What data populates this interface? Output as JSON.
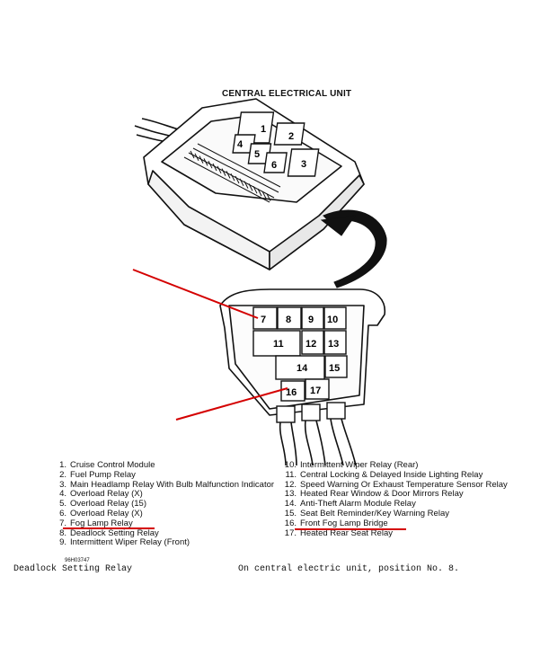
{
  "title": "CENTRAL ELECTRICAL UNIT",
  "upper_relay_numbers": [
    "1",
    "2",
    "3",
    "4",
    "5",
    "6"
  ],
  "lower_relay_numbers": [
    "7",
    "8",
    "9",
    "10",
    "11",
    "12",
    "13",
    "14",
    "15",
    "16",
    "17"
  ],
  "legend_left": [
    {
      "num": "1.",
      "text": "Cruise Control Module"
    },
    {
      "num": "2.",
      "text": "Fuel Pump Relay"
    },
    {
      "num": "3.",
      "text": "Main Headlamp Relay With Bulb Malfunction Indicator"
    },
    {
      "num": "4.",
      "text": "Overload Relay (X)"
    },
    {
      "num": "5.",
      "text": "Overload Relay (15)"
    },
    {
      "num": "6.",
      "text": "Overload Relay (X)"
    },
    {
      "num": "7.",
      "text": "Fog Lamp Relay"
    },
    {
      "num": "8.",
      "text": "Deadlock Setting Relay"
    },
    {
      "num": "9.",
      "text": "Intermittent Wiper Relay (Front)"
    }
  ],
  "legend_right": [
    {
      "num": "10.",
      "text": "Intermittent Wiper Relay (Rear)"
    },
    {
      "num": "11.",
      "text": "Central Locking & Delayed Inside Lighting Relay"
    },
    {
      "num": "12.",
      "text": "Speed Warning Or Exhaust Temperature Sensor Relay"
    },
    {
      "num": "13.",
      "text": "Heated Rear Window & Door Mirrors Relay"
    },
    {
      "num": "14.",
      "text": "Anti-Theft Alarm Module Relay"
    },
    {
      "num": "15.",
      "text": "Seat Belt Reminder/Key Warning Relay"
    },
    {
      "num": "16.",
      "text": "Front Fog Lamp Bridge"
    },
    {
      "num": "17.",
      "text": "Heated Rear Seat Relay"
    }
  ],
  "figure_code": "96H03747",
  "note_left": "Deadlock Setting Relay",
  "note_right": "On central electric unit, position No. 8.",
  "colors": {
    "annotation_red": "#d40000",
    "line": "#111111"
  }
}
